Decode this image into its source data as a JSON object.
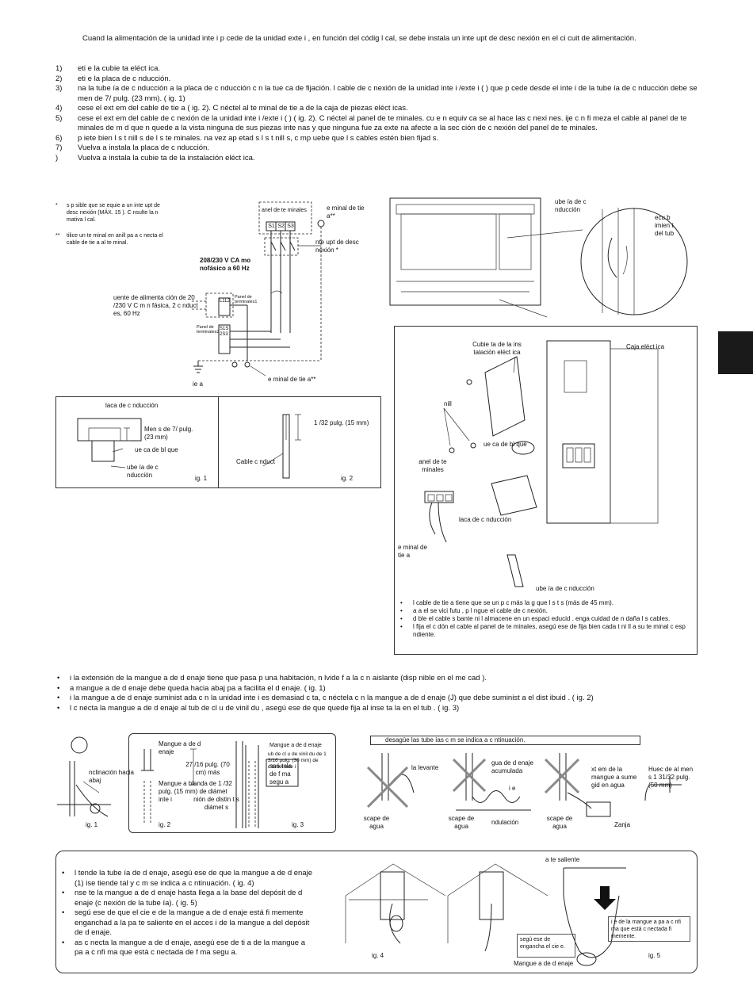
{
  "intro": "Cuand la alimentación de la unidad inte i p cede de la unidad exte i , en función del códig l cal, se debe instala un inte upt de desc nexión en el ci cuit de alimentación.",
  "steps": [
    {
      "num": "1)",
      "text": "eti e la cubie ta eléct ica."
    },
    {
      "num": "2)",
      "text": "eti e la placa de c nducción."
    },
    {
      "num": "3)",
      "text": "na la tube ía de c nducción a la placa de c nducción c n la tue ca de fijación. l cable de c nexión de la unidad inte i /exte i ( ) que p cede desde el inte i de la tube ía de c nducción debe se men de 7/ pulg. (23 mm). ( ig. 1)"
    },
    {
      "num": "4)",
      "text": "cese el ext em del cable de tie a ( ig. 2). C néctel al te minal de tie a de la caja de piezas eléct icas."
    },
    {
      "num": "5)",
      "text": "cese el ext em del cable de c nexión de la unidad inte i /exte i ( ) ( ig. 2). C néctel al panel de te minales. cu e n equiv ca se al hace las c nexi nes. ije c n fi meza el cable al panel de te minales de m d que n quede a la vista ninguna de sus piezas inte nas y que ninguna fue za exte na afecte a la sec ción de c nexión del panel de te minales."
    },
    {
      "num": "6)",
      "text": "p iete bien l s t nill s de l s te minales. na vez ap etad s l s t nill s, c mp uebe que l s cables estén bien fijad s."
    },
    {
      "num": "7)",
      "text": "Vuelva a instala la placa de c nducción."
    },
    {
      "num": ")",
      "text": "Vuelva a instala la cubie ta de la instalación eléct ica."
    }
  ],
  "wiring": {
    "note1_mark": "*",
    "note1": "s p sible que se equie a un inte upt de desc nexión (MÁX. 15 ). C nsulte la n mativa l cal.",
    "note2_mark": "**",
    "note2": "tilice un te minal en anill pa a c necta el cable de tie a al te minal.",
    "panel_label": "anel de te minales",
    "terminals": [
      "S1",
      "S2",
      "S3"
    ],
    "ground_terminal": "e minal de tie a**",
    "breaker": "nte upt de desc nexión *",
    "supply_bold": "208/230 V CA mo nofásico a 60 Hz",
    "supply_source": "uente de alimenta ción de 20 /230 V C m n fásica, 2 c nduct es, 60 Hz",
    "outdoor_panel1": "Panel de terminales1",
    "outdoor_panel2": "Panel de terminales2",
    "outdoor_l12": "L1L2",
    "outdoor_s": "S1S2S3",
    "earth": "ie a",
    "earth_terminal": "e minal de tie a**"
  },
  "fig1": {
    "plate": "laca de c nducción",
    "len": "Men s de 7/ pulg. (23 mm)",
    "nut": "ue ca de bl que",
    "pipe": "ube ía de c nducción",
    "caption": "ig. 1"
  },
  "fig2": {
    "len": "1 /32 pulg. (15 mm)",
    "cable": "Cable c nduct",
    "caption": "ig. 2"
  },
  "unit_top": {
    "pipe": "ube ía de c nducción",
    "cover": "ecu b imien t del tub"
  },
  "exploded": {
    "cover": "Cubie ta de la ins talación eléct ica",
    "ebox": "Caja eléct ica",
    "screw": "nill",
    "nut": "ue ca de bl que",
    "panel": "anel de te minales",
    "plate": "laca de c nducción",
    "ground": "e minal de tie a",
    "pipe": "ube ía de c nducción"
  },
  "cable_notes": [
    "l cable de tie a tiene que se un p c más la g que l s t s (más de 45 mm).",
    "a a el se vici futu , p l ngue el cable de c nexión.",
    "d ble el cable s bante ni l almacene en un espaci educid . enga cuidad de n daña l s cables.",
    "l fija el c dón el cable al panel de te minales, asegú ese de fija bien cada t ni ll a su te minal c esp ndiente."
  ],
  "drain_notes": [
    "i la extensión de la mangue a de d enaje tiene que pasa p una habitación, n lvide f a la c n aislante (disp nible en el me cad ).",
    "a mangue a de d enaje debe queda hacia abaj pa a facilita el d enaje. ( ig. 1)",
    "i la mangue a de d enaje suminist ada c n la unidad inte i es demasiad c ta, c néctela c n la mangue a de d enaje (J) que debe suminist a el dist ibuid . ( ig. 2)",
    "l c necta la mangue a de d enaje al tub de cl u de vinil du , asegú ese de que quede fija al inse ta la en el tub . ( ig. 3)"
  ],
  "dfig1": {
    "incline": "nclinación hacia abaj",
    "caption": "ig. 1"
  },
  "dfig2": {
    "hose": "Mangue a de d enaje",
    "len": "27 /16 pulg. (70 cm) más",
    "soft": "Mangue a blanda de 1 /32 pulg. (15 mm) de diámet inte i",
    "caption": "ig. 2"
  },
  "dfig3": {
    "hose": "Mangue a de d enaje",
    "pvc": "ub de cl u de vinil du de 1 3/16 pulg. (30 mm) de diámet inte i",
    "fix": "nsé tela de f ma segu a",
    "union": "nión de distin t s diámet s",
    "caption": "ig. 3"
  },
  "drain_tip": {
    "title": "desagüe las tube ías c m se indica a c ntinuación.",
    "rise": "la levante",
    "water": "gua de d enaje acumulada",
    "air": "i e",
    "wave": "ndulación",
    "submerged": "xt em de la mangue a sume gid en agua",
    "gap": "Huec de al men s 1 31/32 pulg. (50 mm)",
    "ditch": "Zanja",
    "leak1": "scape de agua",
    "leak2": "scape de agua",
    "leak3": "scape de agua"
  },
  "bottom": {
    "notes": [
      "l tende la tube ía de d enaje, asegú ese de que la mangue a de d enaje (1) ise tiende tal y c m se indica a c ntinuación. ( ig. 4)",
      "nse te la mangue a de d enaje hasta llega a la base del depósit de d enaje (c nexión de la tube ía). ( ig. 5)",
      "segú ese de que el cie e de la mangue a de d enaje está fi memente enganchad a la pa te saliente en el acces i de la mangue a del depósit de d enaje.",
      "as c necta la mangue a de d enaje, asegú ese de ti a de la mangue a pa a c nfi ma que está c nectada de f ma segu a."
    ],
    "fig4": "ig. 4",
    "fig5": "ig. 5",
    "protrusion": "a te saliente",
    "hooked": "segú ese de engancha el cie e.",
    "hose": "Mangue a de d enaje",
    "pull": "i e de la mangue a pa a c nfi ma que está c nectada fi memente."
  }
}
